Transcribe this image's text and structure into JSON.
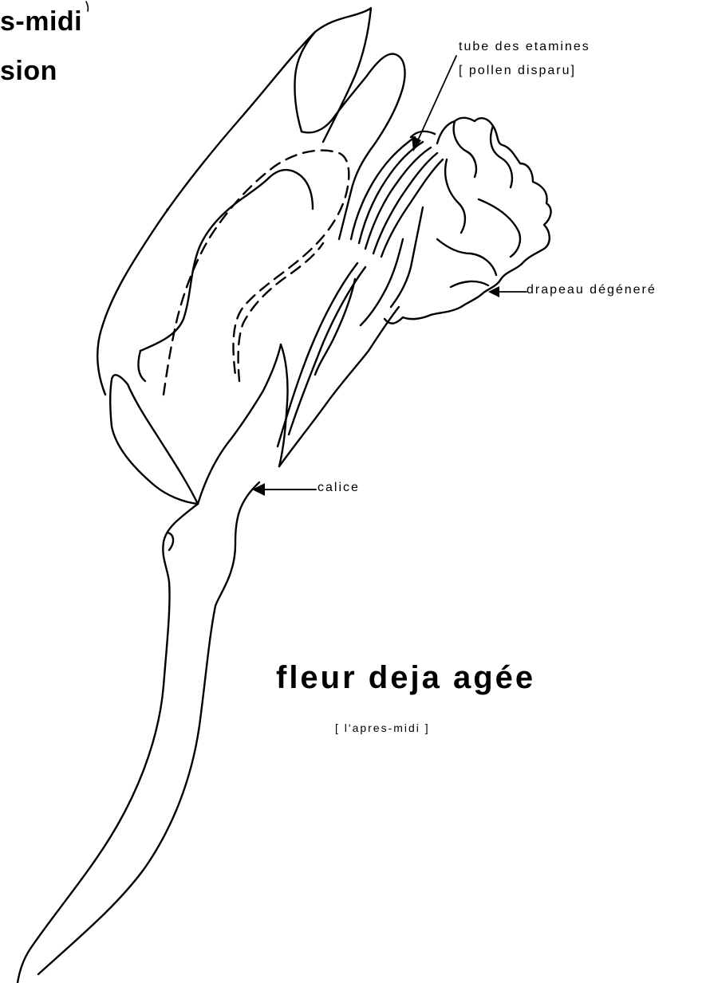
{
  "header": {
    "line1": "s-midi",
    "line2": "sion"
  },
  "labels": {
    "tube_line1": "tube des etamines",
    "tube_line2": "[ pollen disparu]",
    "drapeau": "drapeau dégéneré",
    "calice": "calice"
  },
  "caption": {
    "title": "fleur deja agée",
    "subtitle": "[ l'apres-midi ]"
  },
  "colors": {
    "ink": "#000000",
    "paper": "#ffffff"
  }
}
